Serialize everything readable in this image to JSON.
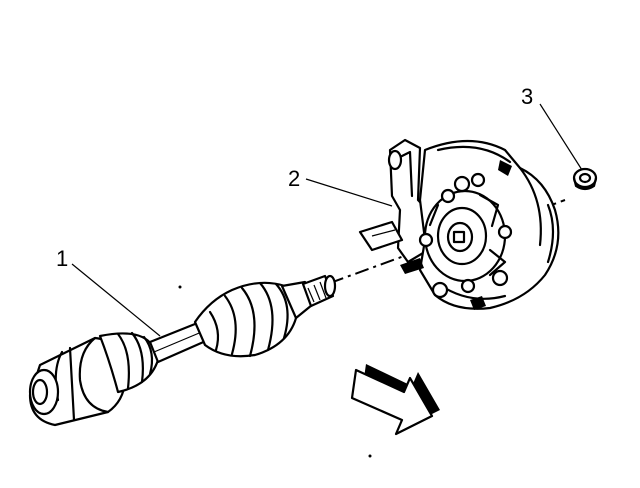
{
  "diagram": {
    "callouts": [
      {
        "id": "1",
        "label": "1"
      },
      {
        "id": "2",
        "label": "2"
      },
      {
        "id": "3",
        "label": "3"
      }
    ],
    "parts": [
      {
        "name": "drive-axle-shaft",
        "callout": "1"
      },
      {
        "name": "steering-knuckle-hub",
        "callout": "2"
      },
      {
        "name": "axle-nut",
        "callout": "3"
      }
    ],
    "arrow_direction": "down-right",
    "colors": {
      "ink": "#000000",
      "paper": "#ffffff"
    }
  }
}
